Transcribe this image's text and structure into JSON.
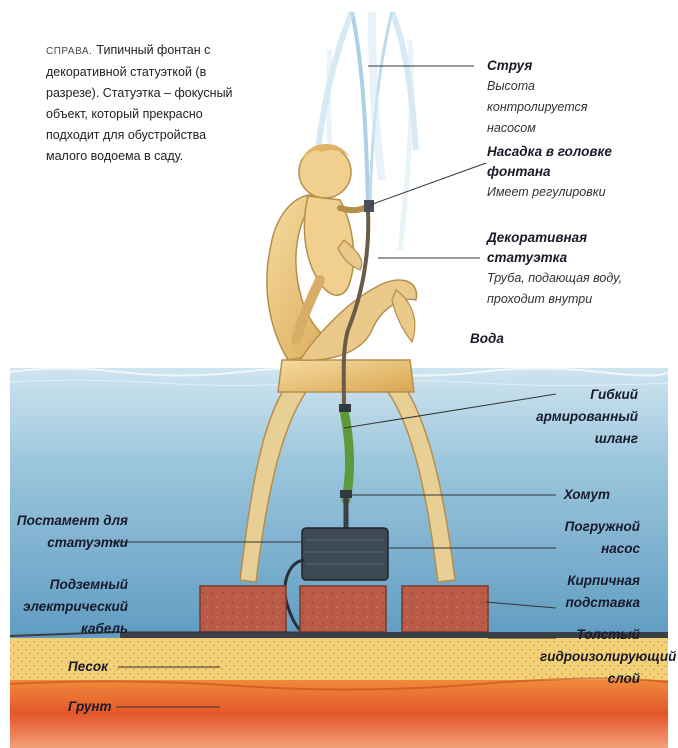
{
  "caption": {
    "lead": "СПРАВА.",
    "text": "Типичный фонтан с декоративной статуэткой (в разрезе). Статуэтка – фокусный объект, который прекрасно подходит для обустройства малого водоема в саду."
  },
  "labels": {
    "jet_title": "Струя",
    "jet_note": "Высота контролируется насосом",
    "nozzle_title": "Насадка в головке фонтана",
    "nozzle_note": "Имеет регулировки",
    "statue_title": "Декоративная статуэтка",
    "statue_note": "Труба, подающая воду, проходит внутри",
    "water": "Вода",
    "hose": "Гибкий армированный шланг",
    "clamp": "Хомут",
    "pedestal": "Постамент для статуэтки",
    "pump": "Погружной насос",
    "cable": "Подземный электрический кабель",
    "bricks": "Кирпичная подставка",
    "liner": "Толстый гидроизолирующий слой",
    "sand": "Песок",
    "soil": "Грунт"
  },
  "colors": {
    "water": "#a9cde0",
    "water_deep": "#6fa6c6",
    "statue": "#e9c27a",
    "hose": "#5e9a3a",
    "pump": "#3d4a55",
    "brick": "#b85a45",
    "sand": "#f2cf72",
    "soil": "#e46a2a",
    "liner": "#3a3f48"
  }
}
